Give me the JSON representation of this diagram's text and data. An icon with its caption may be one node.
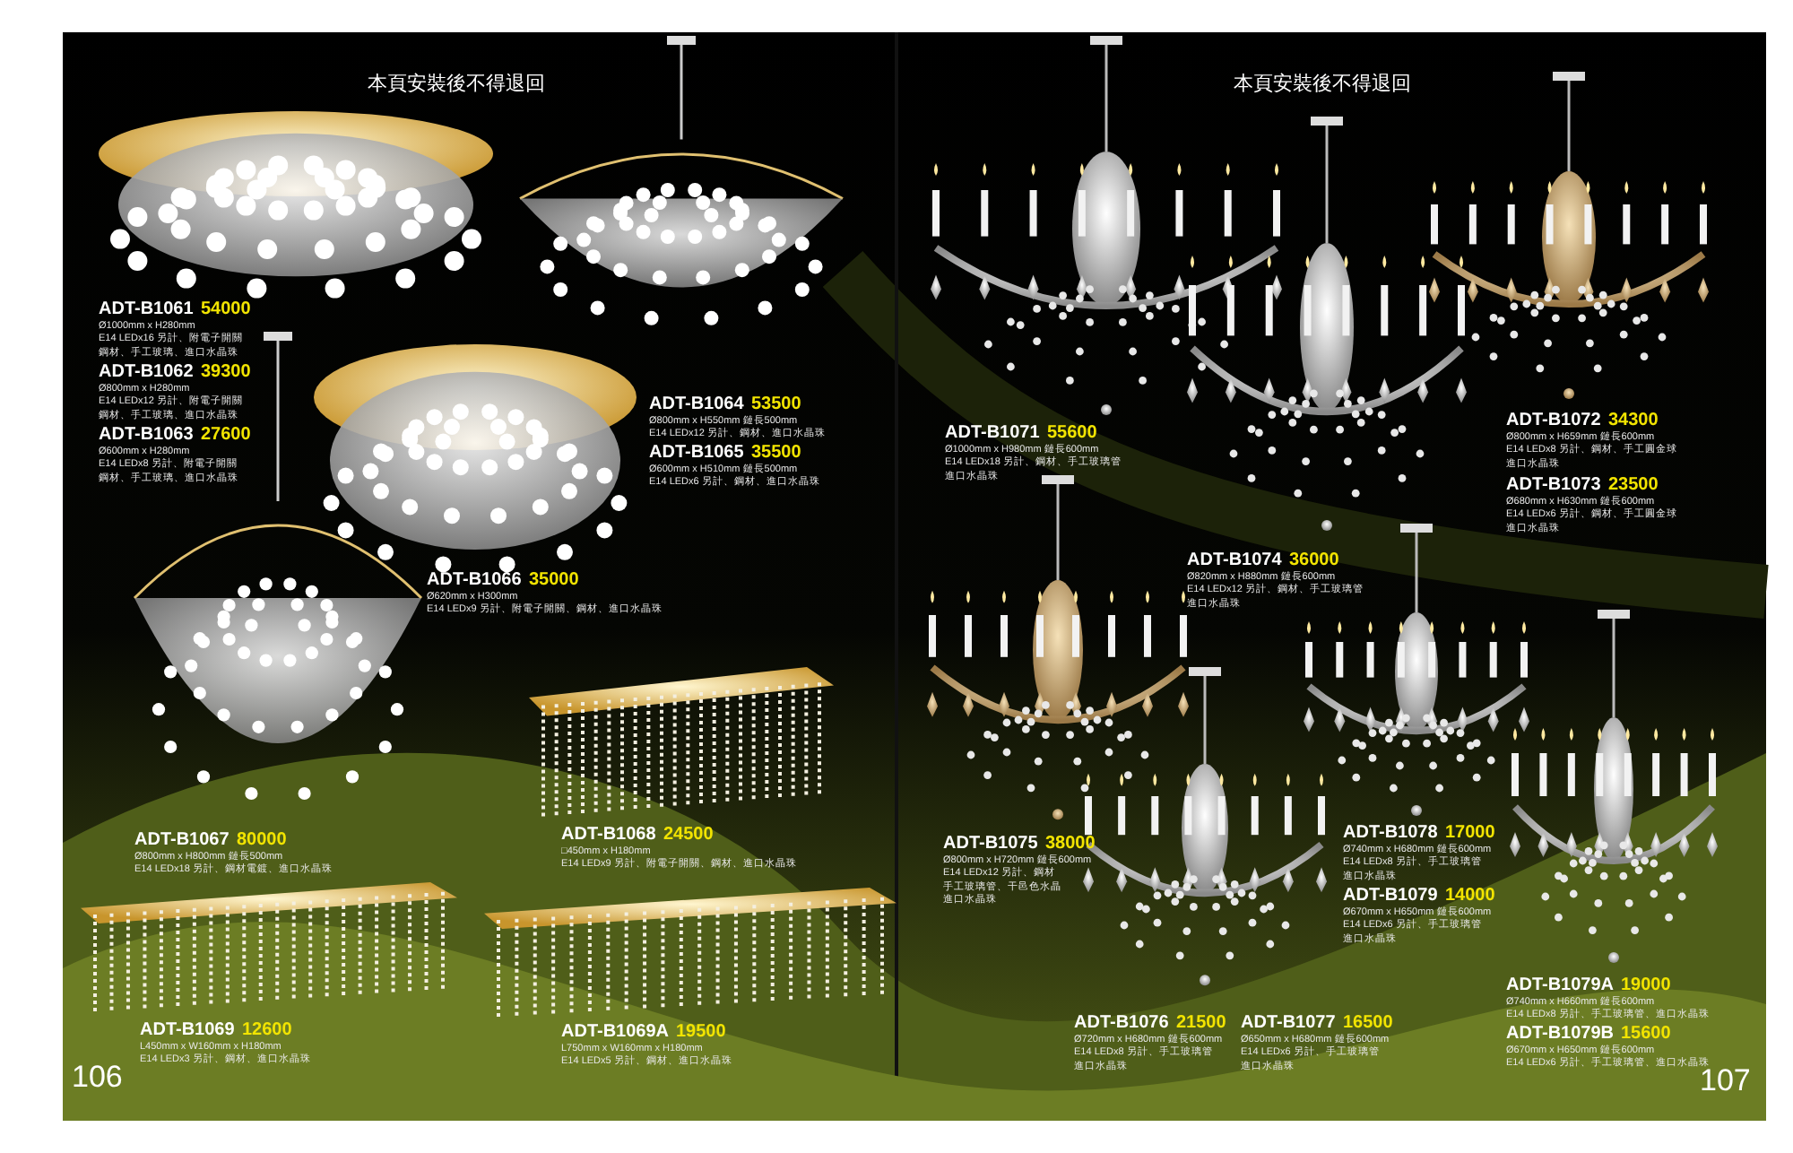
{
  "diagram": {
    "labels": [
      "本頁安裝後不得退回",
      "ADT-B1061",
      "54000",
      "Ø1000mm x H280mm",
      "E14 LEDx16 另計、附電子開關",
      "鋼材、手工玻璃、進口水晶珠",
      "ADT-B1062",
      "39300",
      "Ø800mm x H280mm",
      "E14 LEDx12 另計、附電子開關",
      "鋼材、手工玻璃、進口水晶珠",
      "ADT-B1063",
      "27600",
      "Ø600mm x H280mm",
      "E14 LEDx8 另計、附電子開關",
      "鋼材、手工玻璃、進口水晶珠",
      "ADT-B1064",
      "53500",
      "Ø800mm x H550mm 鏈長500mm",
      "E14 LEDx12 另計、鋼材、進口水晶珠",
      "ADT-B1065",
      "35500",
      "Ø600mm x H510mm 鏈長500mm",
      "E14 LEDx6 另計、鋼材、進口水晶珠",
      "ADT-B1066",
      "35000",
      "Ø620mm x H300mm",
      "E14 LEDx9 另計、附電子開關、鋼材、進口水晶珠",
      "ADT-B1067",
      "80000",
      "Ø800mm x H800mm 鏈長500mm",
      "E14 LEDx18 另計、鋼材電鍍、進口水晶珠",
      "ADT-B1068",
      "24500",
      "□450mm x H180mm",
      "E14 LEDx9 另計、附電子開關、鋼材、進口水晶珠",
      "ADT-B1069",
      "12600",
      "L450mm x W160mm x H180mm",
      "E14 LEDx3 另計、鋼材、進口水晶珠",
      "ADT-B1069A",
      "19500",
      "L750mm x W160mm x H180mm",
      "E14 LEDx5 另計、鋼材、進口水晶珠",
      "106",
      "本頁安裝後不得退回",
      "ADT-B1071",
      "55600",
      "Ø1000mm x H980mm 鏈長600mm",
      "E14 LEDx18 另計、鋼材、手工玻璃管",
      "進口水晶珠",
      "ADT-B1072",
      "34300",
      "Ø800mm x H659mm 鏈長600mm",
      "E14 LEDx8 另計、鋼材、手工圓金球",
      "進口水晶珠",
      "ADT-B1073",
      "23500",
      "Ø680mm x H630mm 鏈長600mm",
      "E14 LEDx6 另計、鋼材、手工圓金球",
      "進口水晶珠",
      "ADT-B1074",
      "36000",
      "Ø820mm x H880mm 鏈長600mm",
      "E14 LEDx12 另計、鋼材、手工玻璃管",
      "進口水晶珠",
      "ADT-B1075",
      "38000",
      "Ø800mm x H720mm 鏈長600mm",
      "E14 LEDx12 另計、鋼材",
      "手工玻璃管、干邑色水晶",
      "進口水晶珠",
      "ADT-B1078",
      "17000",
      "Ø740mm x H680mm 鏈長600mm",
      "E14 LEDx8 另計、手工玻璃管",
      "進口水晶珠",
      "ADT-B1079",
      "14000",
      "Ø670mm x H650mm 鏈長600mm",
      "E14 LEDx6 另計、手工玻璃管",
      "進口水晶珠",
      "ADT-B1079A",
      "19000",
      "Ø740mm x H660mm 鏈長600mm",
      "E14 LEDx8 另計、手工玻璃管、進口水晶珠",
      "ADT-B1076",
      "21500",
      "Ø720mm x H680mm 鏈長600mm",
      "E14 LEDx8 另計、手工玻璃管",
      "進口水晶珠",
      "ADT-B1077",
      "16500",
      "Ø650mm x H680mm 鏈長600mm",
      "E14 LEDx6 另計、手工玻璃管",
      "進口水晶珠",
      "ADT-B1079B",
      "15600",
      "Ø670mm x H650mm 鏈長600mm",
      "E14 LEDx6 另計、手工玻璃管、進口水晶珠",
      "107"
    ]
  }
}
